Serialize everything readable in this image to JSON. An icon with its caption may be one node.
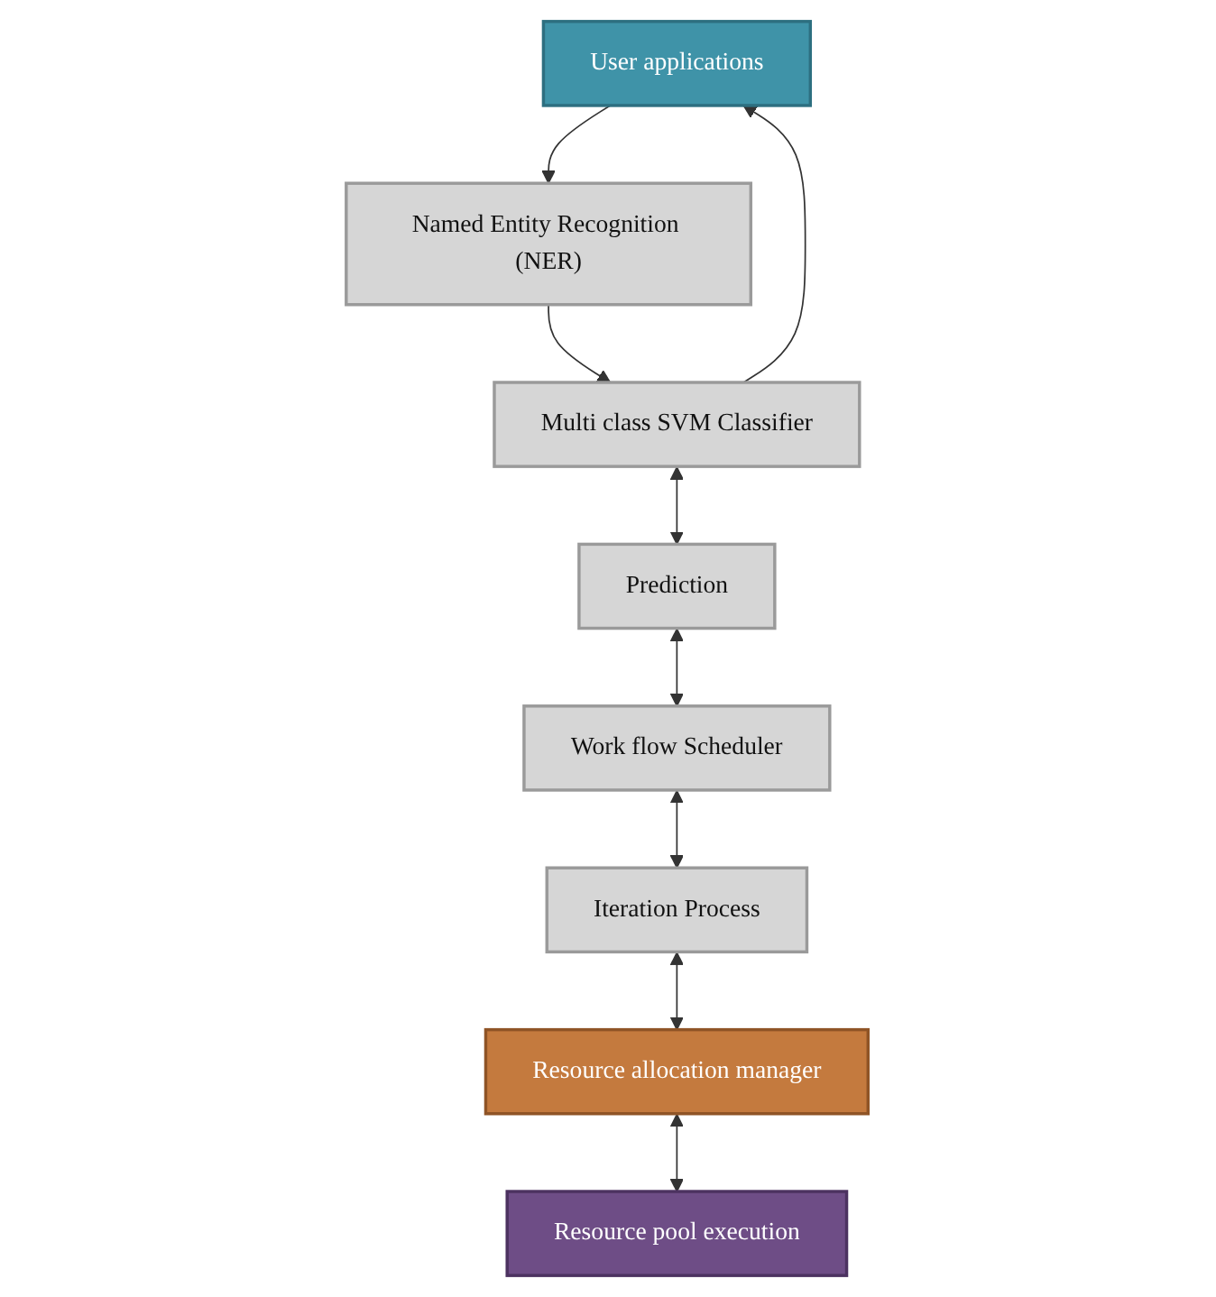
{
  "diagram": {
    "nodes": [
      {
        "text": [
          "User applications"
        ]
      },
      {
        "text": [
          "Named Entity Recognition (NER)"
        ]
      },
      {
        "text": [
          "Multi class SVM Classifier"
        ]
      },
      {
        "text": [
          "Work flow Scheduler"
        ]
      },
      {
        "text": [
          "Prediction"
        ]
      },
      {
        "text": [
          "Iteration Process"
        ]
      },
      {
        "text": [
          "Resource allocation manager"
        ]
      },
      {
        "text": [
          "Resource pool execution"
        ]
      }
    ],
    "edges": [
      {
        "from": 0,
        "to": 1,
        "arrow": "to"
      },
      {
        "from": 1,
        "to": 2,
        "arrow": "to"
      },
      {
        "from": 2,
        "to": 0,
        "arrow": "to"
      },
      {
        "from": 2,
        "to": 4,
        "arrow": "both"
      },
      {
        "from": 4,
        "to": 3,
        "arrow": "both"
      },
      {
        "from": 3,
        "to": 5,
        "arrow": "both"
      },
      {
        "from": 5,
        "to": 6,
        "arrow": "both"
      },
      {
        "from": 6,
        "to": 7,
        "arrow": "both"
      }
    ]
  }
}
